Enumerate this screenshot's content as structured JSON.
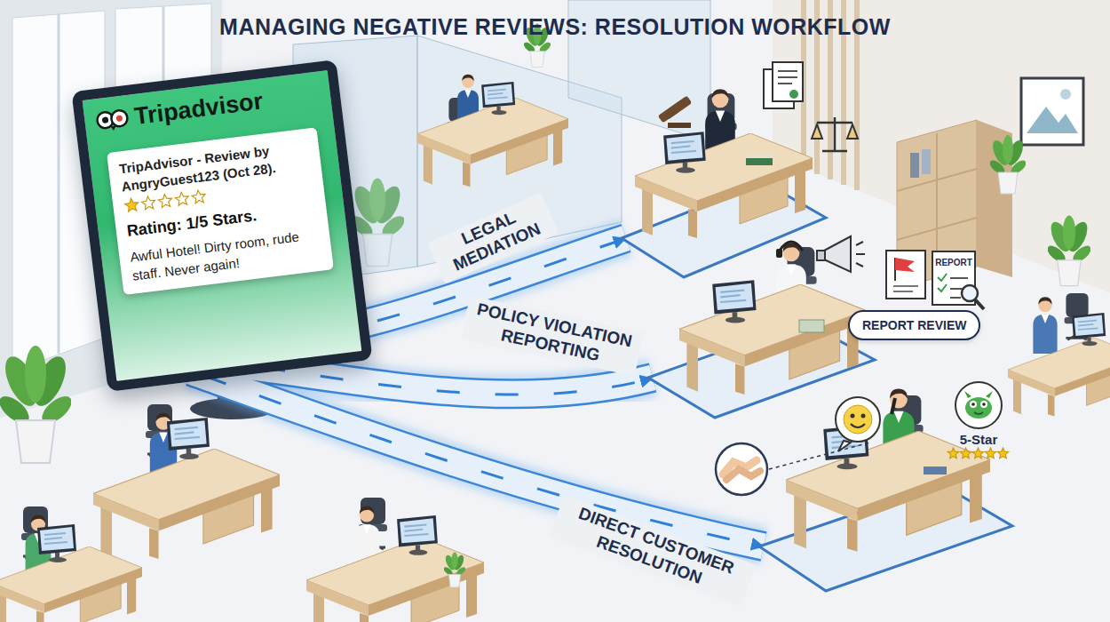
{
  "diagram": {
    "title": "MANAGING NEGATIVE REVIEWS: RESOLUTION WORKFLOW",
    "nodes": [
      {
        "text": [
          "Tripadvisor"
        ]
      },
      {
        "text": [
          "TripAdvisor - Review by AngryGuest123 (Oct 28).",
          "Rating: 1/5 Stars.",
          "Awful Hotel! Dirty room, rude staff. Never again!"
        ],
        "in": 0
      },
      {
        "text": [
          "REPORT REVIEW"
        ]
      },
      {
        "text": [
          "5-Star"
        ]
      }
    ],
    "labels": [
      "LEGAL MEDIATION",
      "POLICY VIOLATION REPORTING",
      "DIRECT CUSTOMER RESOLUTION",
      "REPORT"
    ]
  }
}
